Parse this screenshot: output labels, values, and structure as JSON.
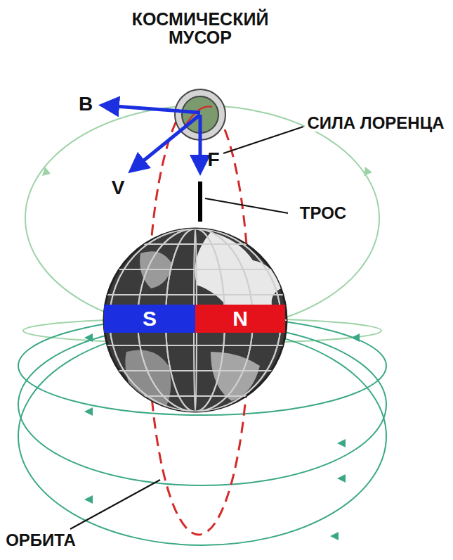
{
  "diagram": {
    "nodes": [
      {
        "text": [
          "S"
        ]
      },
      {
        "text": [
          "N"
        ]
      }
    ],
    "labels": [
      "КОСМИЧЕСКИЙ МУСОР",
      "B",
      "V",
      "F",
      "СИЛА ЛОРЕНЦА",
      "ТРОС",
      "ОРБИТА"
    ]
  }
}
